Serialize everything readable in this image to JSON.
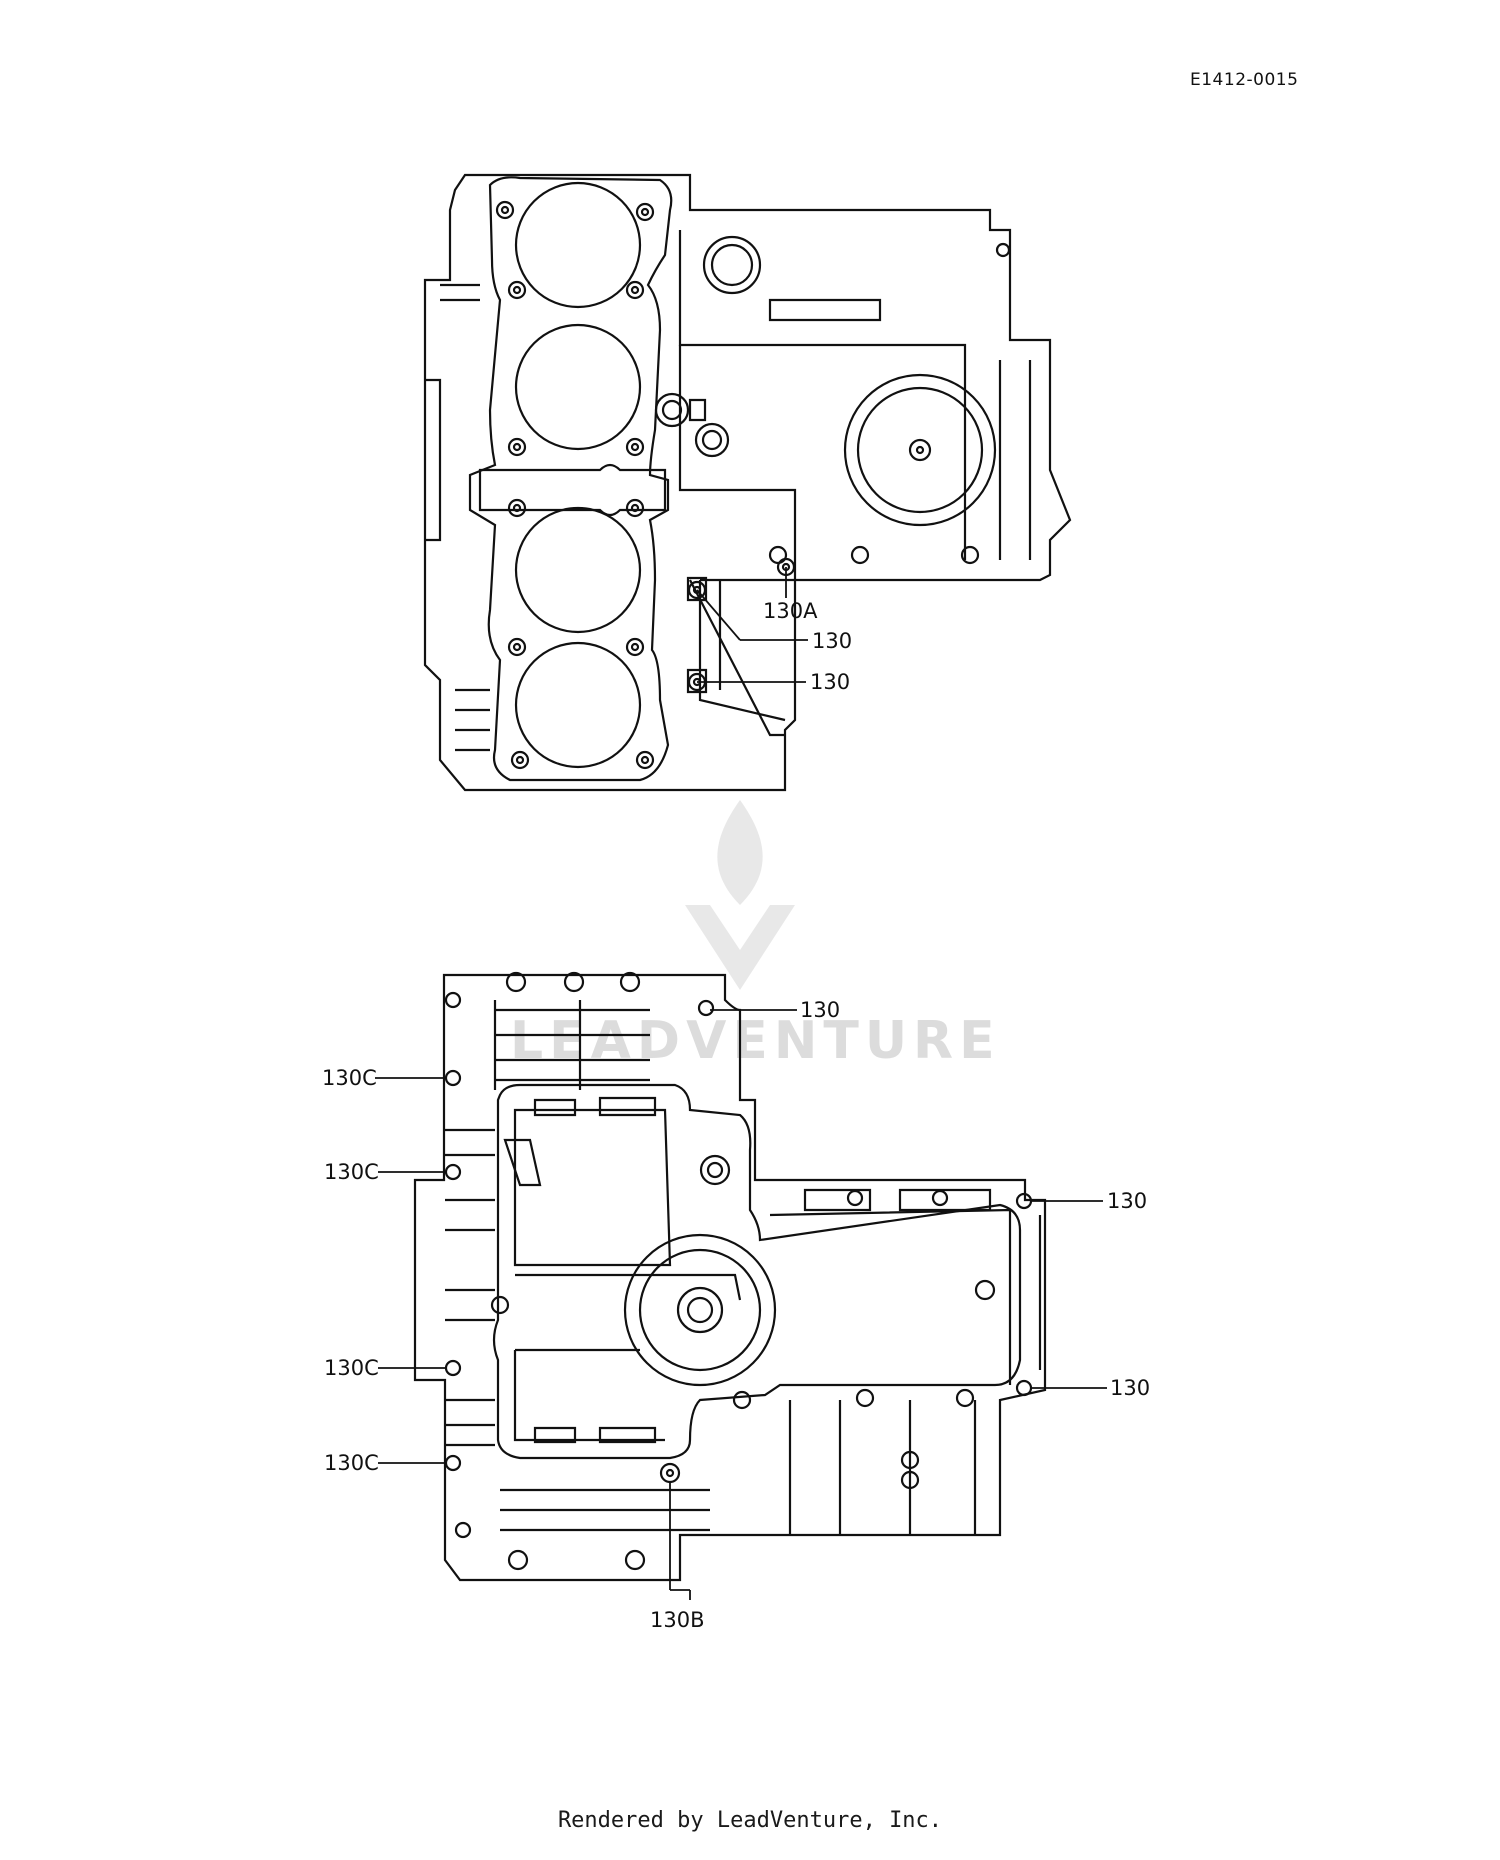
{
  "drawing_id": "E1412-0015",
  "footer": "Rendered by LeadVenture, Inc.",
  "watermark": "LEADVENTURE",
  "upper_view": {
    "callouts": [
      "130A",
      "130",
      "130"
    ]
  },
  "lower_view": {
    "callouts_top": [
      "130"
    ],
    "callouts_left": [
      "130C",
      "130C",
      "130C",
      "130C"
    ],
    "callouts_right": [
      "130",
      "130"
    ],
    "callout_bottom": "130B"
  }
}
